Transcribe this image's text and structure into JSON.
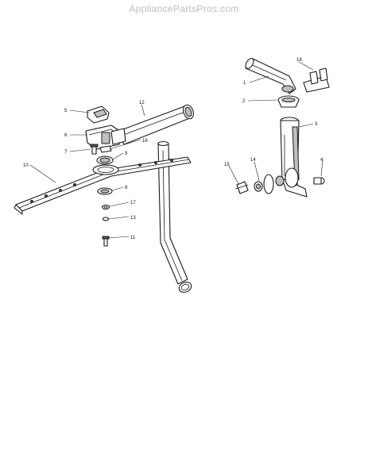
{
  "watermark": "AppliancePartsPros.com",
  "callouts": {
    "c1": "1",
    "c2": "2",
    "c3": "3",
    "c4": "4",
    "c5": "5",
    "c6": "6",
    "c7": "7",
    "c8": "8",
    "c9": "9",
    "c10": "10",
    "c11": "11",
    "c12": "12",
    "c13": "13",
    "c14": "14",
    "c15": "15",
    "c16": "16",
    "c16b": "16",
    "c17": "17",
    "c18": "18"
  }
}
